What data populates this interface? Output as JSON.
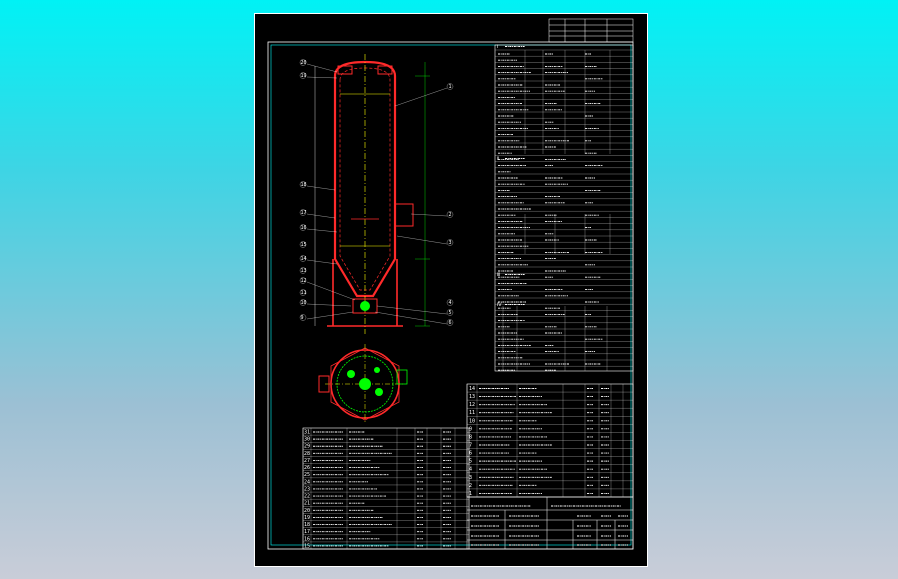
{
  "drawing": {
    "background_color": "#000000",
    "outer_background": "#00f2f5",
    "frame_color": "#ffffff",
    "border_color": "#00ffff",
    "vessel_color": "#ff2a2a",
    "center_color": "#ffff00",
    "nozzle_color": "#00ff00",
    "text_color": "#ffffff"
  },
  "tech_sheet": {
    "section_headers": [
      "Ⅰ",
      "Ⅱ",
      "Ⅲ",
      "Ⅳ"
    ]
  },
  "parts_list": {
    "right_numbers": [
      "14",
      "13",
      "12",
      "11",
      "10",
      "9",
      "8",
      "7",
      "6",
      "5",
      "4",
      "3",
      "2",
      "1"
    ],
    "left_numbers": [
      "31",
      "30",
      "29",
      "28",
      "27",
      "26",
      "25",
      "24",
      "23",
      "22",
      "21",
      "20",
      "19",
      "18",
      "17",
      "16",
      "15"
    ]
  },
  "vessel_labels": {
    "left_callouts": [
      "20",
      "19",
      "18",
      "17",
      "16",
      "15",
      "14",
      "13",
      "12",
      "11",
      "10",
      "9"
    ],
    "right_callouts": [
      "1",
      "2",
      "3",
      "4",
      "5",
      "6"
    ]
  }
}
